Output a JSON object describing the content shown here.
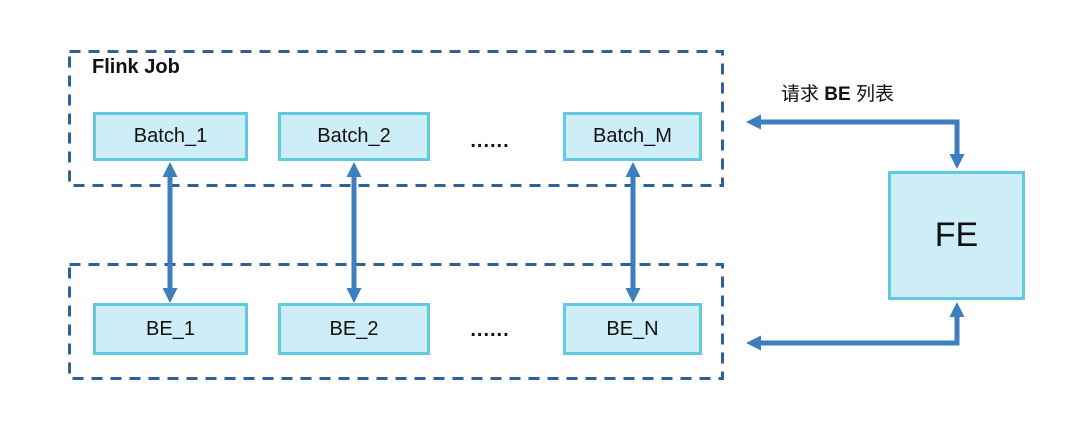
{
  "diagram": {
    "flink_group": {
      "label": "Flink Job",
      "nodes": [
        "Batch_1",
        "Batch_2",
        "Batch_M"
      ],
      "ellipsis": "......"
    },
    "be_group": {
      "nodes": [
        "BE_1",
        "BE_2",
        "BE_N"
      ],
      "ellipsis": "......"
    },
    "fe_node": {
      "label": "FE"
    },
    "request_label": {
      "prefix": "请求 ",
      "bold": "BE",
      "suffix": " 列表"
    }
  },
  "colors": {
    "container_dash_blue": "#2e6196",
    "arrow_blue": "#3d7ebf",
    "node_fill": "#cdeef6",
    "node_border": "#62c9de",
    "text": "#111111",
    "background": "#ffffff"
  }
}
